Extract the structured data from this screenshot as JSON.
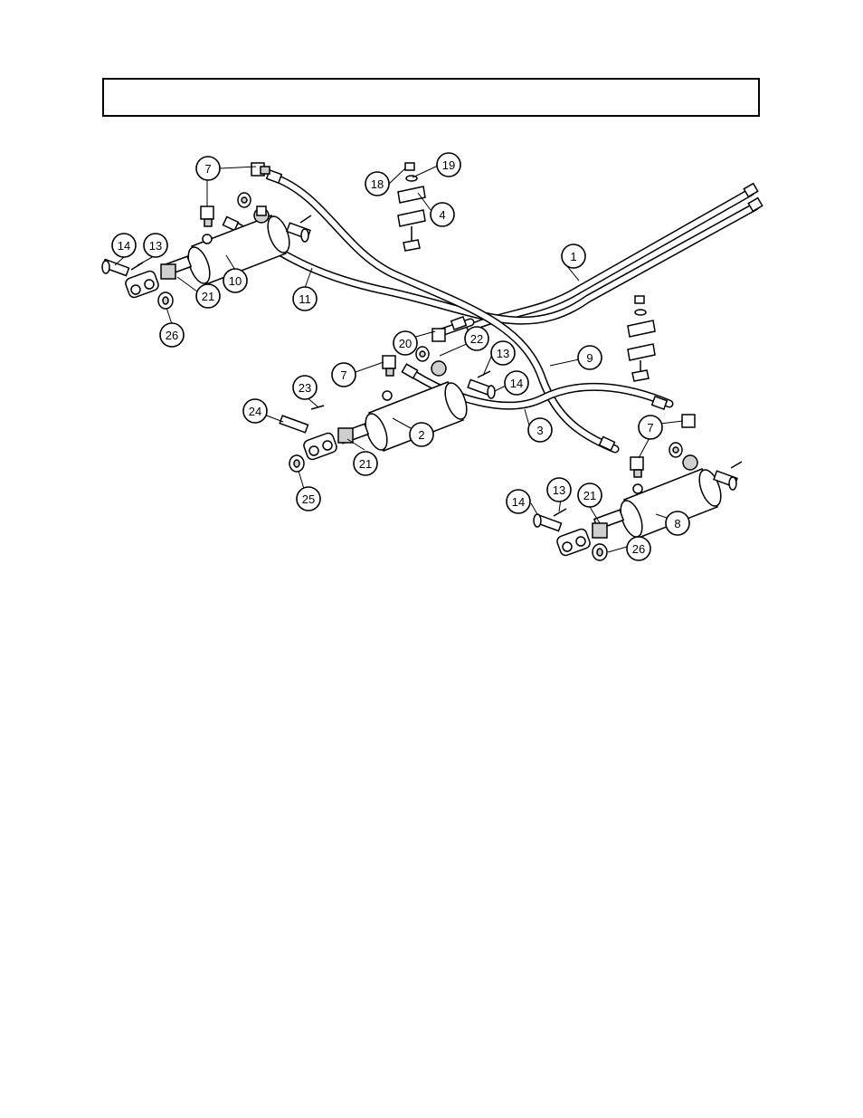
{
  "header": {
    "title": ""
  },
  "callouts": [
    {
      "label": "7"
    },
    {
      "label": "18"
    },
    {
      "label": "19"
    },
    {
      "label": "4"
    },
    {
      "label": "14"
    },
    {
      "label": "13"
    },
    {
      "label": "10"
    },
    {
      "label": "11"
    },
    {
      "label": "21"
    },
    {
      "label": "26"
    },
    {
      "label": "1"
    },
    {
      "label": "20"
    },
    {
      "label": "22"
    },
    {
      "label": "13"
    },
    {
      "label": "9"
    },
    {
      "label": "7"
    },
    {
      "label": "14"
    },
    {
      "label": "23"
    },
    {
      "label": "24"
    },
    {
      "label": "2"
    },
    {
      "label": "3"
    },
    {
      "label": "21"
    },
    {
      "label": "25"
    },
    {
      "label": "7"
    },
    {
      "label": "14"
    },
    {
      "label": "13"
    },
    {
      "label": "21"
    },
    {
      "label": "8"
    },
    {
      "label": "26"
    }
  ],
  "colors": {
    "line": "#000000",
    "part_fill": "#ffffff",
    "shade": "#cfcfcf"
  }
}
